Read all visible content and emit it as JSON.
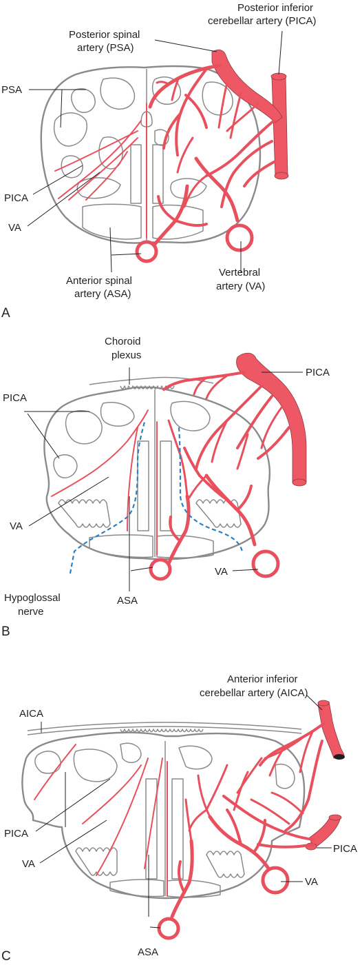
{
  "panels": [
    {
      "letter": "A",
      "labels": {
        "pica_long": "Posterior inferior cerebellar artery (PICA)",
        "pica_line1": "Posterior inferior",
        "pica_line2": "cerebellar artery (PICA)",
        "psa_line1": "Posterior spinal",
        "psa_line2": "artery (PSA)",
        "psa": "PSA",
        "pica": "PICA",
        "va": "VA",
        "asa_line1": "Anterior spinal",
        "asa_line2": "artery (ASA)",
        "va_line1": "Vertebral",
        "va_line2": "artery (VA)"
      }
    },
    {
      "letter": "B",
      "labels": {
        "choroid_line1": "Choroid",
        "choroid_line2": "plexus",
        "pica_right": "PICA",
        "pica_left": "PICA",
        "va_left": "VA",
        "va_right": "VA",
        "asa": "ASA",
        "hypo_line1": "Hypoglossal",
        "hypo_line2": "nerve"
      }
    },
    {
      "letter": "C",
      "labels": {
        "aica_line1": "Anterior inferior",
        "aica_line2": "cerebellar artery (AICA)",
        "aica": "AICA",
        "pica_left": "PICA",
        "pica_right": "PICA",
        "va_left": "VA",
        "va_right": "VA",
        "asa": "ASA"
      }
    }
  ],
  "colors": {
    "artery": "#ee5764",
    "outline": "#8a8a8c",
    "nerve": "#2f7fc1"
  }
}
